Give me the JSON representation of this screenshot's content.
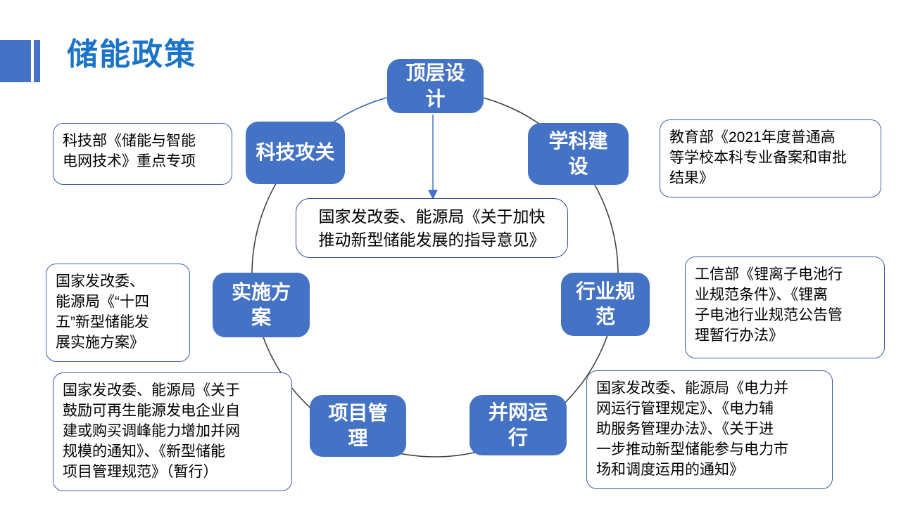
{
  "slide": {
    "title": "储能政策"
  },
  "colors": {
    "accent": "#4472C4",
    "title_blue": "#1B74C8",
    "callout_border": "#3C5FA7",
    "circle_stroke": "#3A3A3A"
  },
  "center_box": {
    "text": "国家发改委、能源局《关于加快\n推动新型储能发展的指导意见》"
  },
  "nodes": {
    "top_design": "顶层设\n计",
    "tech_research": "科技攻关",
    "discipline": "学科建\n设",
    "industry_standard": "行业规\n范",
    "grid_operation": "并网运\n行",
    "project_mgmt": "项目管\n理",
    "implementation": "实施方\n案"
  },
  "callouts": {
    "most": "科技部《储能与智能\n电网技术》重点专项",
    "moe": "教育部《2021年度普通高\n等学校本科专业备案和审批\n结果》",
    "ndrc_implementation": "国家发改委、\n能源局《“十四\n五”新型储能发\n展实施方案》",
    "miit": "工信部《锂离子电池行\n业规范条件》、《锂离\n子电池行业规范公告管\n理暂行办法》",
    "ndrc_project": "国家发改委、能源局《关于\n鼓励可再生能源发电企业自\n建或购买调峰能力增加并网\n规模的通知》、《新型储能\n项目管理规范》（暂行）",
    "ndrc_grid": "国家发改委、能源局《电力并\n网运行管理规定》、《电力辅\n助服务管理办法》、《关于进\n一步推动新型储能参与电力市\n场和调度运用的通知》"
  }
}
